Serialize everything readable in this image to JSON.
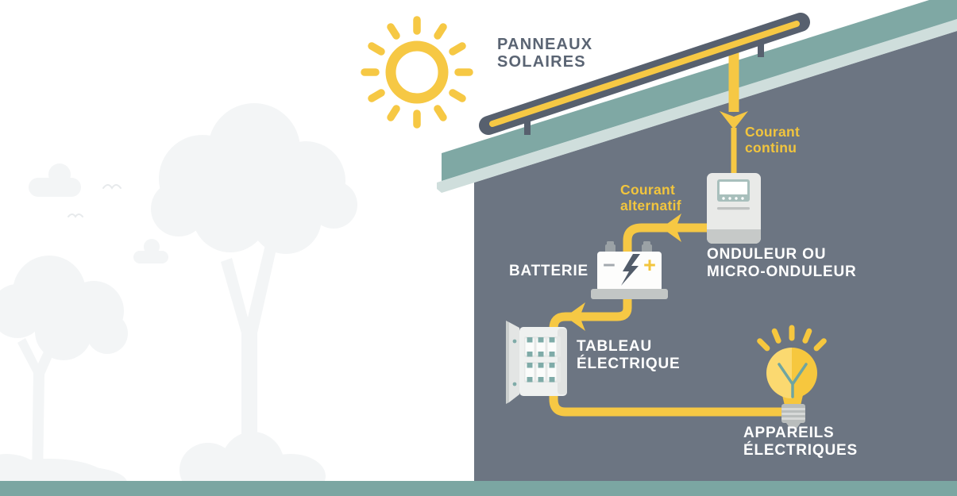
{
  "infographic": {
    "labels": {
      "solar_panels": "PANNEAUX\nSOLAIRES",
      "dc_current": "Courant\ncontinu",
      "ac_current": "Courant\nalternatif",
      "inverter": "ONDULEUR OU\nMICRO-ONDULEUR",
      "battery": "BATTERIE",
      "electrical_panel": "TABLEAU\nÉLECTRIQUE",
      "appliances": "APPAREILS\nÉLECTRIQUES"
    },
    "battery_symbols": {
      "minus": "−",
      "plus": "+"
    },
    "icons": [
      "sun-icon",
      "solar-panel-icon",
      "down-arrow-icon",
      "left-arrow-icon",
      "inverter-icon",
      "battery-icon",
      "lightning-bolt-icon",
      "breaker-panel-icon",
      "light-bulb-icon",
      "tree-silhouette",
      "cloud-silhouette",
      "bird-silhouette",
      "bush-silhouette"
    ],
    "colors": {
      "accent_yellow": "#F6C844",
      "text_yellow": "#F2C53D",
      "bulb_yellow_light": "#FBD970",
      "slate_dark": "#57606E",
      "slate_text": "#5A6473",
      "house_gray": "#6C7582",
      "roof_teal": "#7FA8A4",
      "roof_edge_pale": "#CFDEDC",
      "ground_teal": "#7BA6A2",
      "label_white": "#FFFFFF",
      "silhouette_gray": "#F3F5F6",
      "device_light_gray": "#E9EAE8",
      "breaker_teal": "#7FABA8"
    }
  }
}
